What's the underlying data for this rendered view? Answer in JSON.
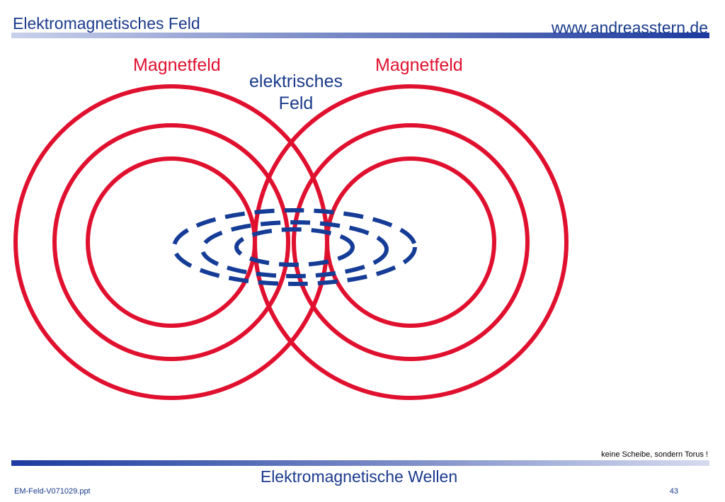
{
  "header": {
    "title": "Elektromagnetisches Feld",
    "url": "www.andreasstern.de"
  },
  "diagram": {
    "labels": {
      "magnetic_left": "Magnetfeld",
      "magnetic_right": "Magnetfeld",
      "electric_line1": "elektrisches",
      "electric_line2": "Feld"
    },
    "colors": {
      "magnetic": "#e0102f",
      "electric": "#153c96",
      "text_blue": "#1a3a8c"
    }
  },
  "footer": {
    "note": "keine Scheibe, sondern Torus !",
    "subtitle": "Elektromagnetische Wellen",
    "filename": "EM-Feld-V071029.ppt",
    "page": "43"
  }
}
